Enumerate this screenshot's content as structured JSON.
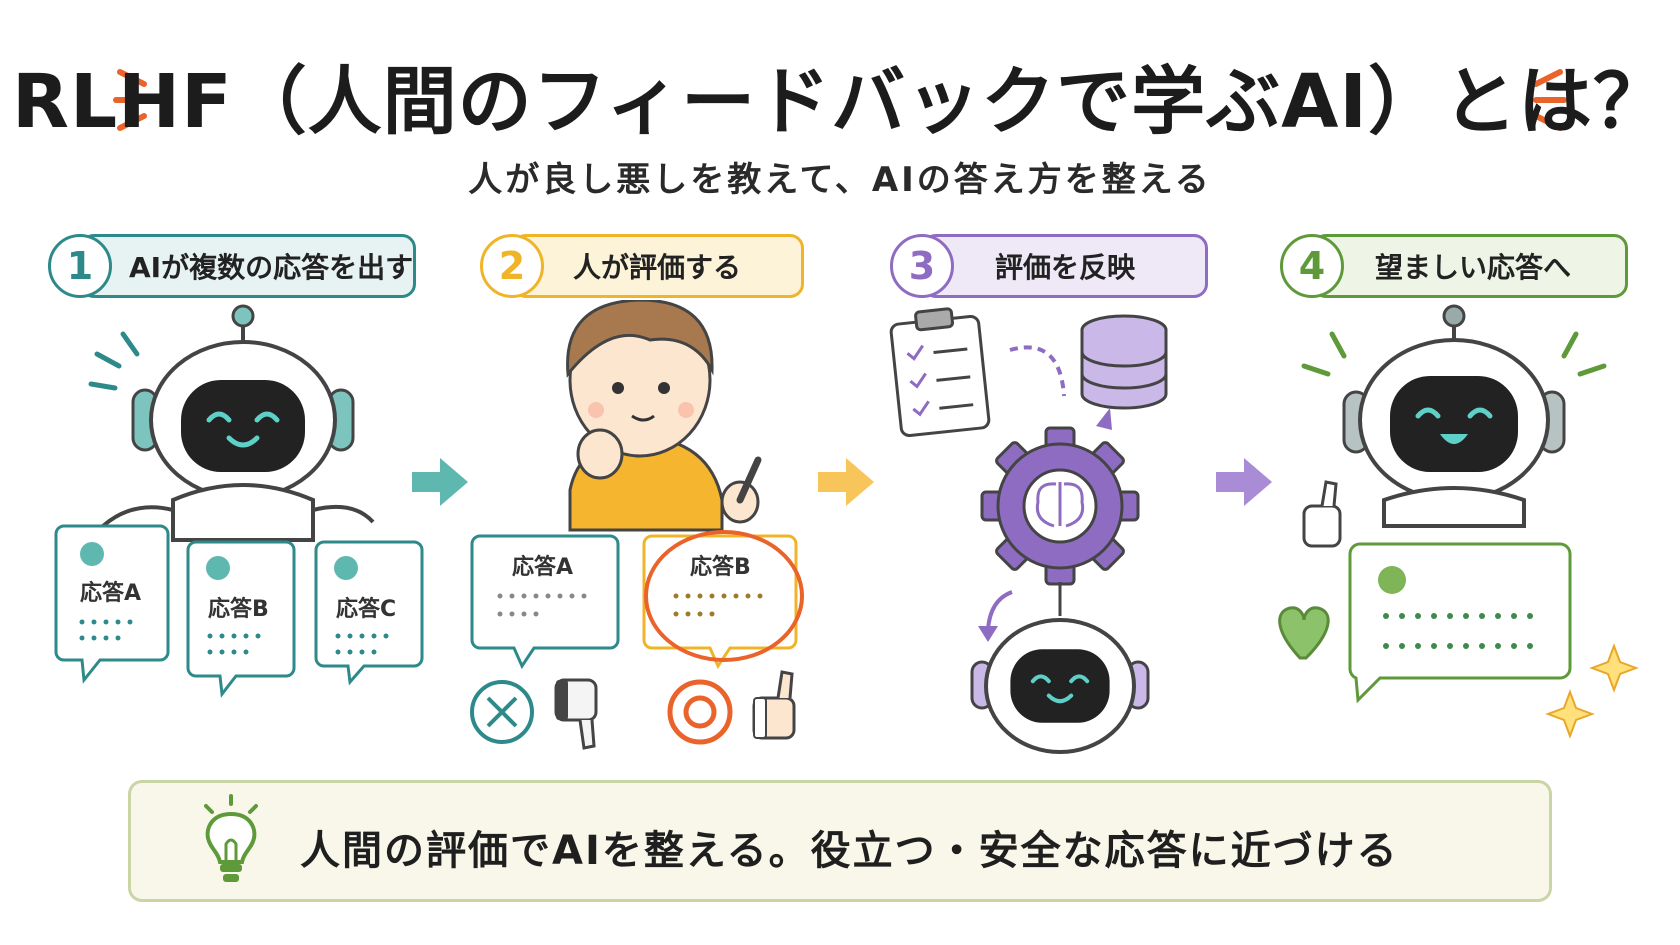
{
  "title": "RLHF（人間のフィードバックで学ぶAI）とは？",
  "subtitle": "人が良し悪しを教えて、AIの答え方を整える",
  "steps": [
    {
      "number": "1",
      "label": "AIが複数の応答を出す",
      "color": "#2e8a8a",
      "fill": "#e7f3f2"
    },
    {
      "number": "2",
      "label": "人が評価する",
      "color": "#f0b429",
      "fill": "#fdf3d9"
    },
    {
      "number": "3",
      "label": "評価を反映",
      "color": "#8e6cc2",
      "fill": "#efe9f7"
    },
    {
      "number": "4",
      "label": "望ましい応答へ",
      "color": "#5f9a3a",
      "fill": "#eef5e6"
    }
  ],
  "panel1": {
    "responses": [
      "応答A",
      "応答B",
      "応答C"
    ]
  },
  "panel2": {
    "responses": [
      "応答A",
      "応答B"
    ],
    "rejected_icon": "cross-icon",
    "accepted_icon": "circle-icon"
  },
  "summary": {
    "icon": "lightbulb-icon",
    "text": "人間の評価でAIを整える。役立つ・安全な応答に近づける"
  },
  "colors": {
    "teal": "#2e8a8a",
    "yellow": "#f0b429",
    "purple": "#8e6cc2",
    "green": "#5f9a3a",
    "orange": "#e9632a"
  }
}
